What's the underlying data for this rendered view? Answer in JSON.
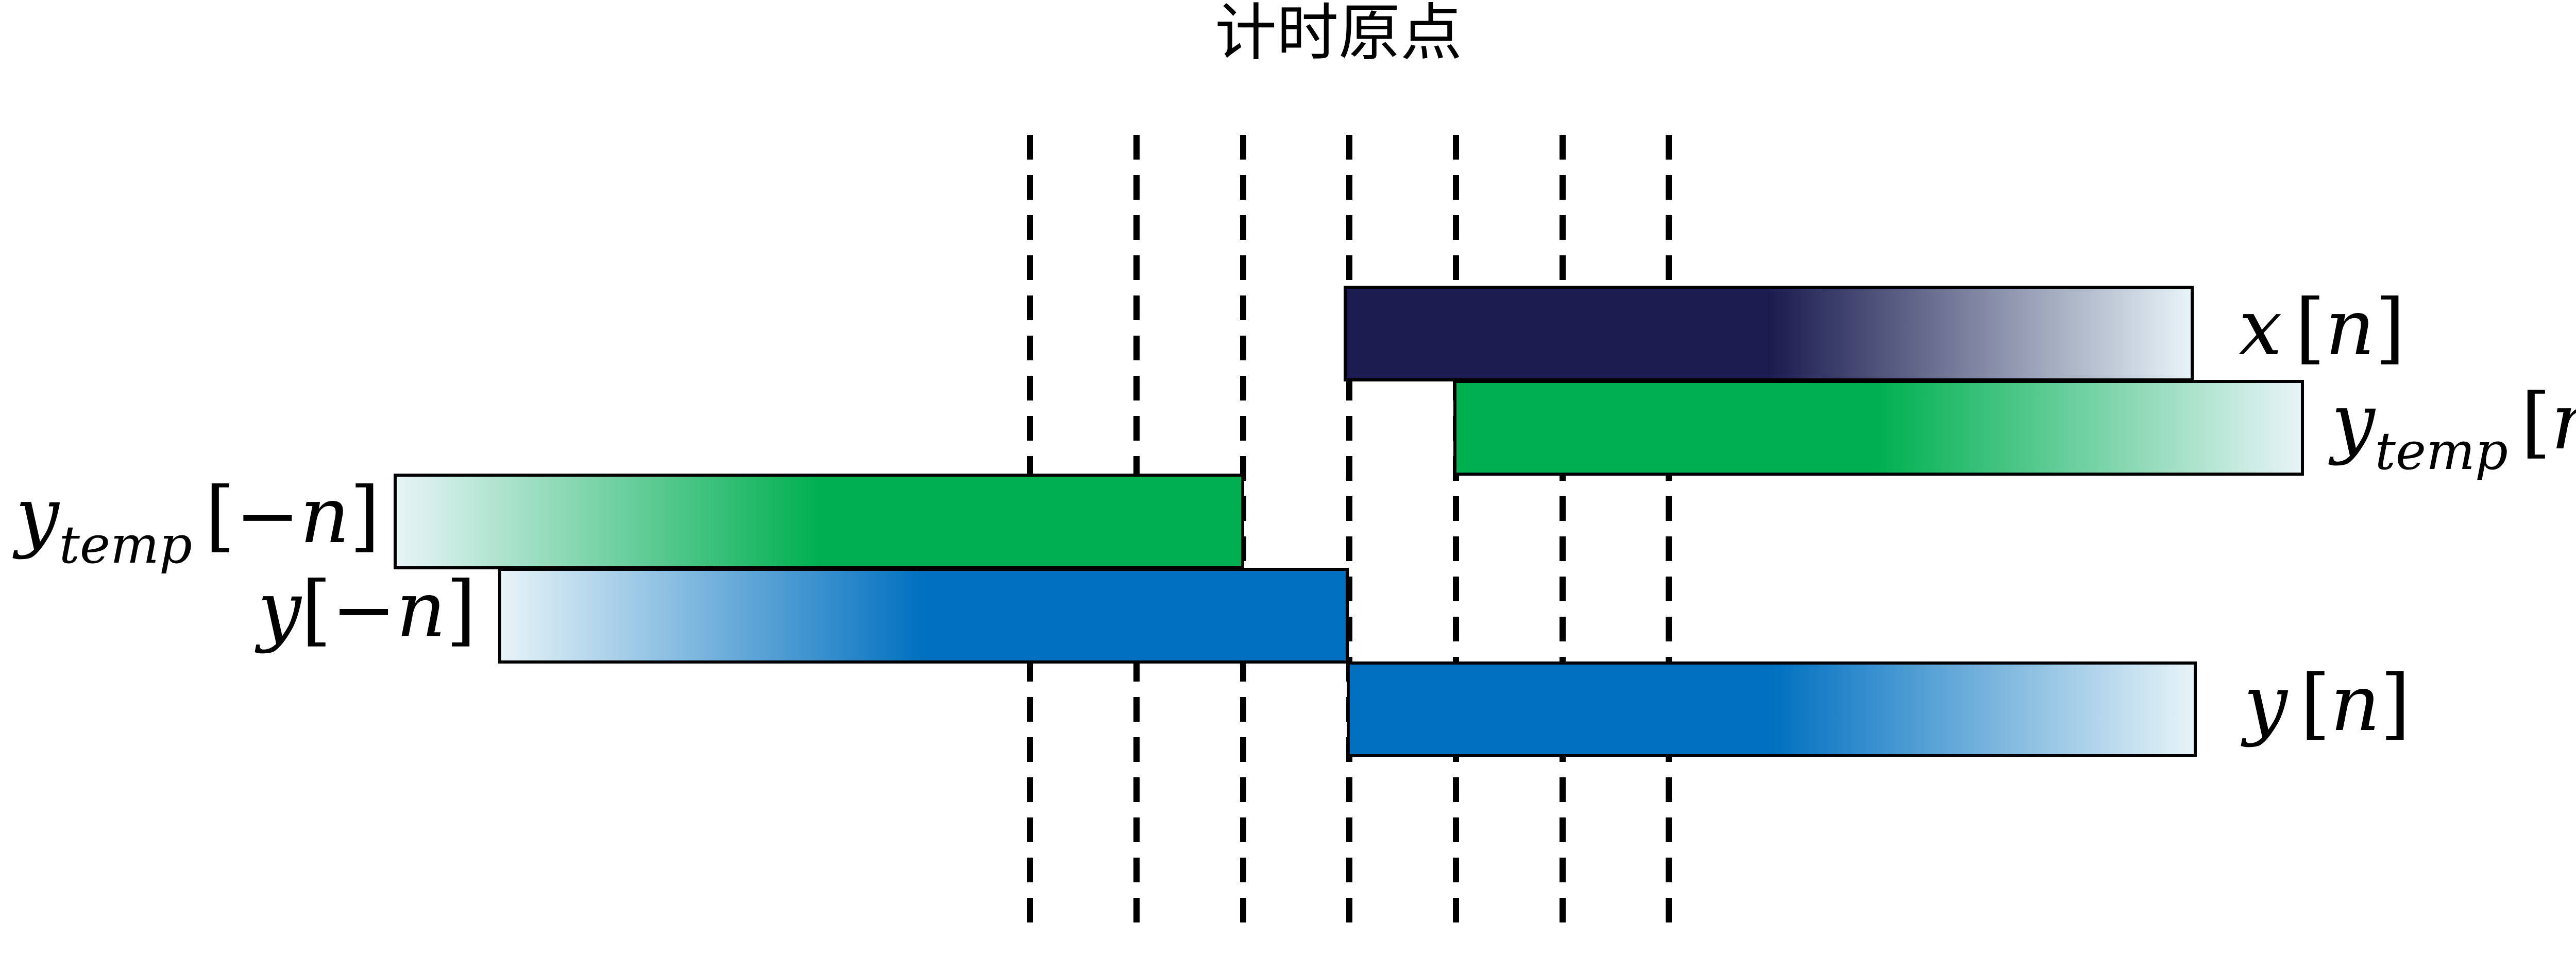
{
  "title": "计时原点",
  "colors": {
    "navy": "#1b1b4f",
    "green": "#00b050",
    "blue": "#0070c0",
    "light": "#e8f4f8",
    "outline": "#000000",
    "dash": "#000000"
  },
  "bars": [
    {
      "id": "x-n",
      "label": "x [n]",
      "base": "x",
      "sub": "",
      "arg": "n",
      "color": "navy",
      "fade": "right"
    },
    {
      "id": "ytemp-n",
      "label": "y_temp [n]",
      "base": "y",
      "sub": "temp",
      "arg": "n",
      "color": "green",
      "fade": "right"
    },
    {
      "id": "ytemp-neg-n",
      "label": "y_temp [−n]",
      "base": "y",
      "sub": "temp",
      "arg": "−n",
      "color": "green",
      "fade": "left"
    },
    {
      "id": "y-neg-n",
      "label": "y[−n]",
      "base": "y",
      "sub": "",
      "arg": "−n",
      "color": "blue",
      "fade": "left"
    },
    {
      "id": "y-n",
      "label": "y [n]",
      "base": "y",
      "sub": "",
      "arg": "n",
      "color": "blue",
      "fade": "right"
    }
  ]
}
